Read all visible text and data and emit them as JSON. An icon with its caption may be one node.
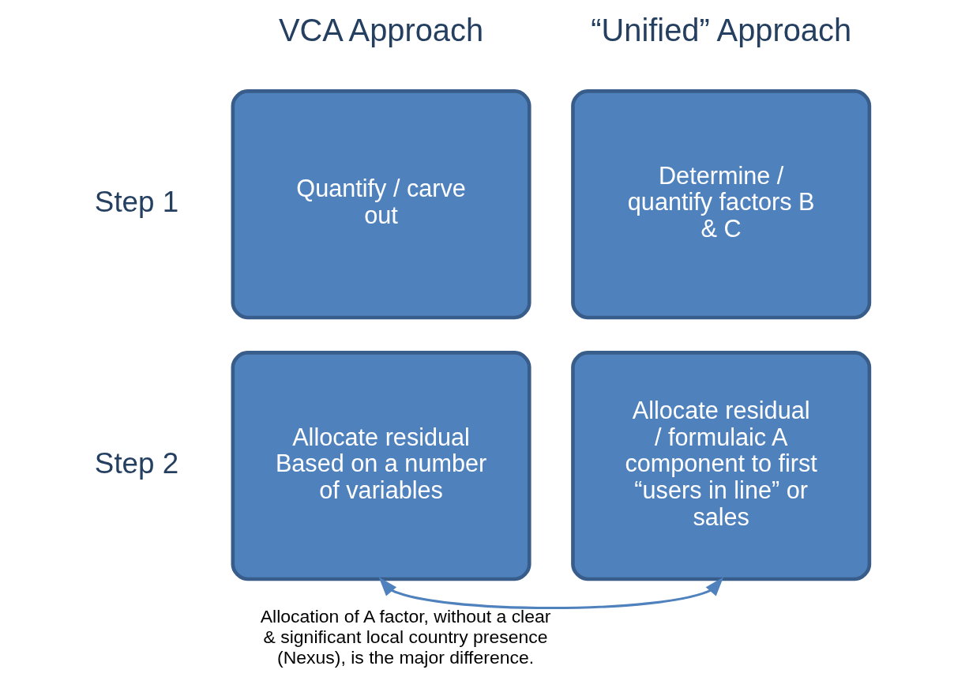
{
  "diagram": {
    "nodes": [
      {
        "text": [
          "Quantify / carve out"
        ]
      },
      {
        "text": [
          "Determine / quantify factors B & C"
        ]
      },
      {
        "text": [
          "Allocate residual",
          "Based on a number of variables"
        ]
      },
      {
        "text": [
          "Allocate residual / formulaic A component to first “users in line” or sales"
        ]
      }
    ],
    "edges": [
      {
        "from": 2,
        "to": 3,
        "arrow": "both",
        "label": "Allocation of A factor, without a clear & significant local country presence (Nexus), is the major difference."
      }
    ],
    "labels": [
      "VCA Approach",
      "“Unified” Approach",
      "Step 1",
      "Step 2"
    ]
  }
}
